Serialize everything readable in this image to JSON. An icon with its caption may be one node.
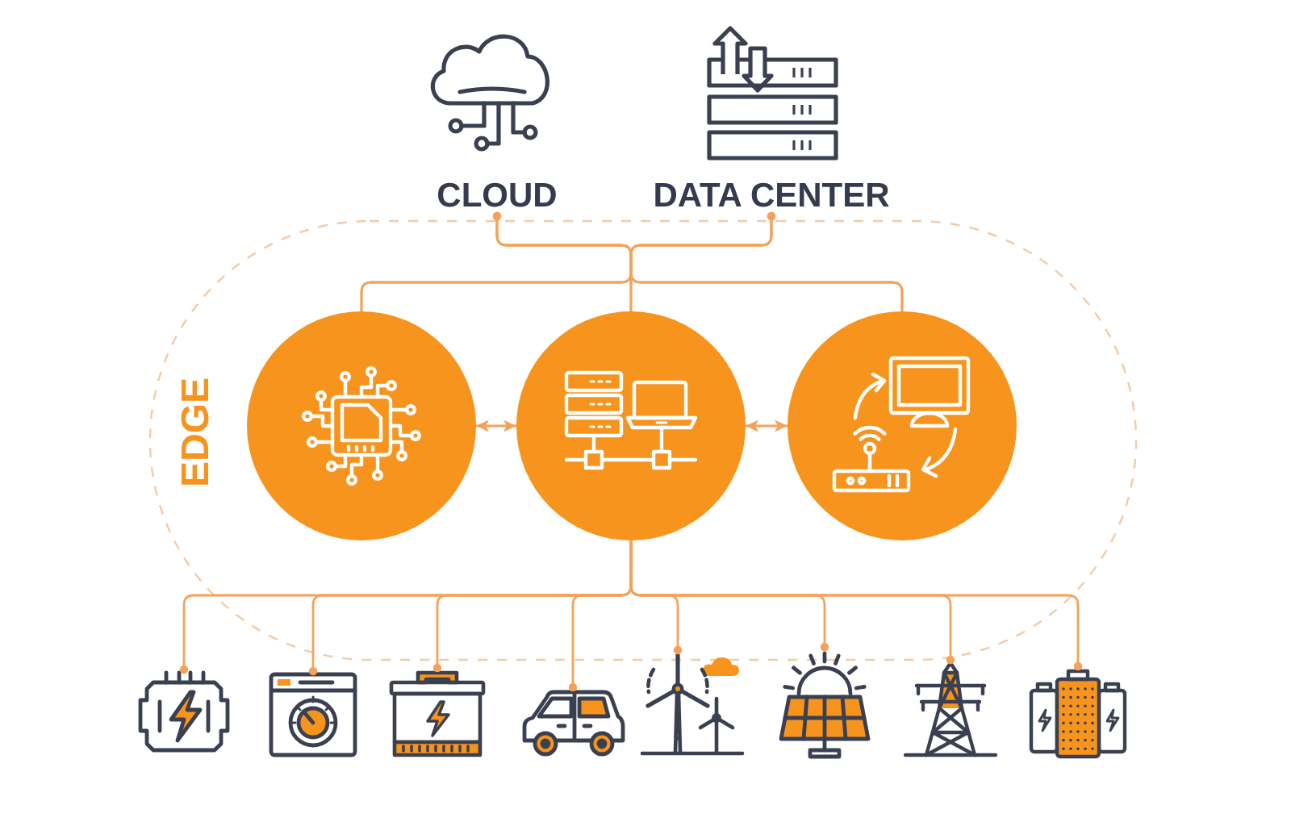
{
  "diagram": {
    "nodes": [
      {
        "text": [
          "CLOUD"
        ]
      },
      {
        "text": [
          "DATA CENTER"
        ]
      },
      {
        "text": [
          "EDGE"
        ]
      },
      {
        "text": [],
        "shape": "circle",
        "in": 2
      },
      {
        "text": [],
        "shape": "circle",
        "in": 2
      },
      {
        "text": [],
        "shape": "circle",
        "in": 2
      },
      {
        "text": [],
        "shape": "picture"
      },
      {
        "text": [],
        "shape": "picture"
      },
      {
        "text": [],
        "shape": "picture"
      },
      {
        "text": [],
        "shape": "picture"
      },
      {
        "text": [],
        "shape": "picture"
      },
      {
        "text": [],
        "shape": "picture"
      },
      {
        "text": [],
        "shape": "picture"
      },
      {
        "text": [],
        "shape": "picture"
      }
    ],
    "edges": [
      {
        "from": 3,
        "to": 0,
        "arrow": "other"
      },
      {
        "from": 4,
        "to": 0,
        "arrow": "other"
      },
      {
        "from": 5,
        "to": 0,
        "arrow": "other"
      },
      {
        "from": 3,
        "to": 1,
        "arrow": "other"
      },
      {
        "from": 4,
        "to": 1,
        "arrow": "other"
      },
      {
        "from": 5,
        "to": 1,
        "arrow": "other"
      },
      {
        "from": 3,
        "to": 4,
        "arrow": "both"
      },
      {
        "from": 4,
        "to": 5,
        "arrow": "both"
      },
      {
        "from": 4,
        "to": 6,
        "arrow": "other"
      },
      {
        "from": 4,
        "to": 7,
        "arrow": "other"
      },
      {
        "from": 4,
        "to": 8,
        "arrow": "other"
      },
      {
        "from": 4,
        "to": 9,
        "arrow": "other"
      },
      {
        "from": 4,
        "to": 10,
        "arrow": "other"
      },
      {
        "from": 4,
        "to": 11,
        "arrow": "other"
      },
      {
        "from": 4,
        "to": 12,
        "arrow": "other"
      },
      {
        "from": 4,
        "to": 13,
        "arrow": "other"
      }
    ]
  }
}
